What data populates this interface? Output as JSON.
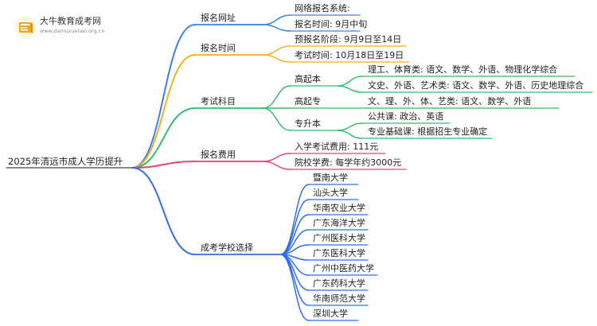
{
  "logo": {
    "title": "大牛教育成考网",
    "url": "www.daniuxueliao.org.cn"
  },
  "mindmap": {
    "root": "2025年清远市成人学历提升",
    "branches": [
      {
        "label": "报名网址",
        "color": "#3b82e6",
        "children": [
          {
            "label": "网络报名系统:"
          },
          {
            "label": "报名时间: 9月中旬"
          }
        ]
      },
      {
        "label": "报名时间",
        "color": "#f2b01e",
        "children": [
          {
            "label": "预报名阶段: 9月9日至14日"
          },
          {
            "label": "考试时间: 10月18日至19日"
          }
        ]
      },
      {
        "label": "考试科目",
        "color": "#2fbe6a",
        "children": [
          {
            "label": "高起本",
            "children": [
              {
                "label": "理工、体育类: 语文、数学、外语、物理化学综合"
              },
              {
                "label": "文史、外语、艺术类: 语文、数学、外语、历史地理综合"
              }
            ]
          },
          {
            "label": "高起专",
            "children": [
              {
                "label": "文、理、外、体、艺类: 语文、数学、外语"
              }
            ]
          },
          {
            "label": "专升本",
            "children": [
              {
                "label": "公共课: 政治、英语"
              },
              {
                "label": "专业基础课: 根据招生专业确定"
              }
            ]
          }
        ]
      },
      {
        "label": "报名费用",
        "color": "#e8417a",
        "children": [
          {
            "label": "入学考试费用: 111元"
          },
          {
            "label": "院校学费: 每学年约3000元"
          }
        ]
      },
      {
        "label": "成考学校选择",
        "color": "#2f6fe0",
        "children": [
          {
            "label": "暨南大学"
          },
          {
            "label": "汕头大学"
          },
          {
            "label": "华南农业大学"
          },
          {
            "label": "广东海洋大学"
          },
          {
            "label": "广州医科大学"
          },
          {
            "label": "广东医科大学"
          },
          {
            "label": "广州中医药大学"
          },
          {
            "label": "广东药科大学"
          },
          {
            "label": "华南师范大学"
          },
          {
            "label": "深圳大学"
          }
        ]
      }
    ]
  }
}
